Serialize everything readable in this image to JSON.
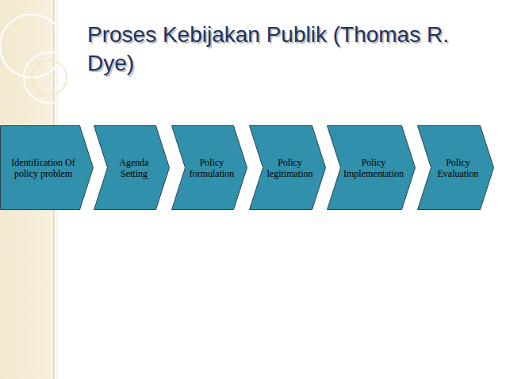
{
  "diagram": {
    "title": "Proses Kebijakan Publik (Thomas R. Dye)",
    "nodes": [
      {
        "text": [
          "Identification Of policy problem"
        ]
      },
      {
        "text": [
          "Agenda Setting"
        ]
      },
      {
        "text": [
          "Policy formulation"
        ]
      },
      {
        "text": [
          "Policy legitimation"
        ]
      },
      {
        "text": [
          "Policy Implementation"
        ]
      },
      {
        "text": [
          "Policy Evaluation"
        ]
      }
    ]
  }
}
